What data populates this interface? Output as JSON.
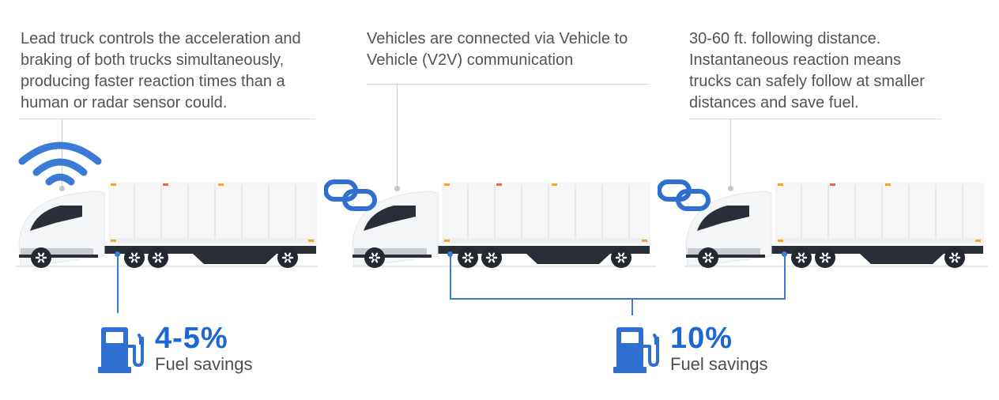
{
  "captions": {
    "lead": "Lead truck controls the acceleration and\nbraking of both trucks simultaneously,\nproducing faster reaction times than a\nhuman or radar sensor could.",
    "v2v": "Vehicles are connected via Vehicle to\nVehicle (V2V) communication",
    "distance": "30-60 ft. following distance.\nInstantaneous reaction means\ntrucks can safely follow at smaller\ndistances and save fuel."
  },
  "savings": [
    {
      "percent": "4-5%",
      "label": "Fuel savings"
    },
    {
      "percent": "10%",
      "label": "Fuel savings"
    }
  ],
  "icons": {
    "signal": "wifi-icon",
    "link": "chain-link-icon",
    "fuel": "fuel-pump-icon",
    "vehicle": "semi-truck"
  },
  "colors": {
    "accent": "#1c67d2",
    "signal": "#3a7bd5",
    "text": "#505357",
    "cab": "#f4f5f6",
    "trailer": "#f6f6f7",
    "chassis": "#2a2e36",
    "marker_lights": "#f5a623"
  }
}
